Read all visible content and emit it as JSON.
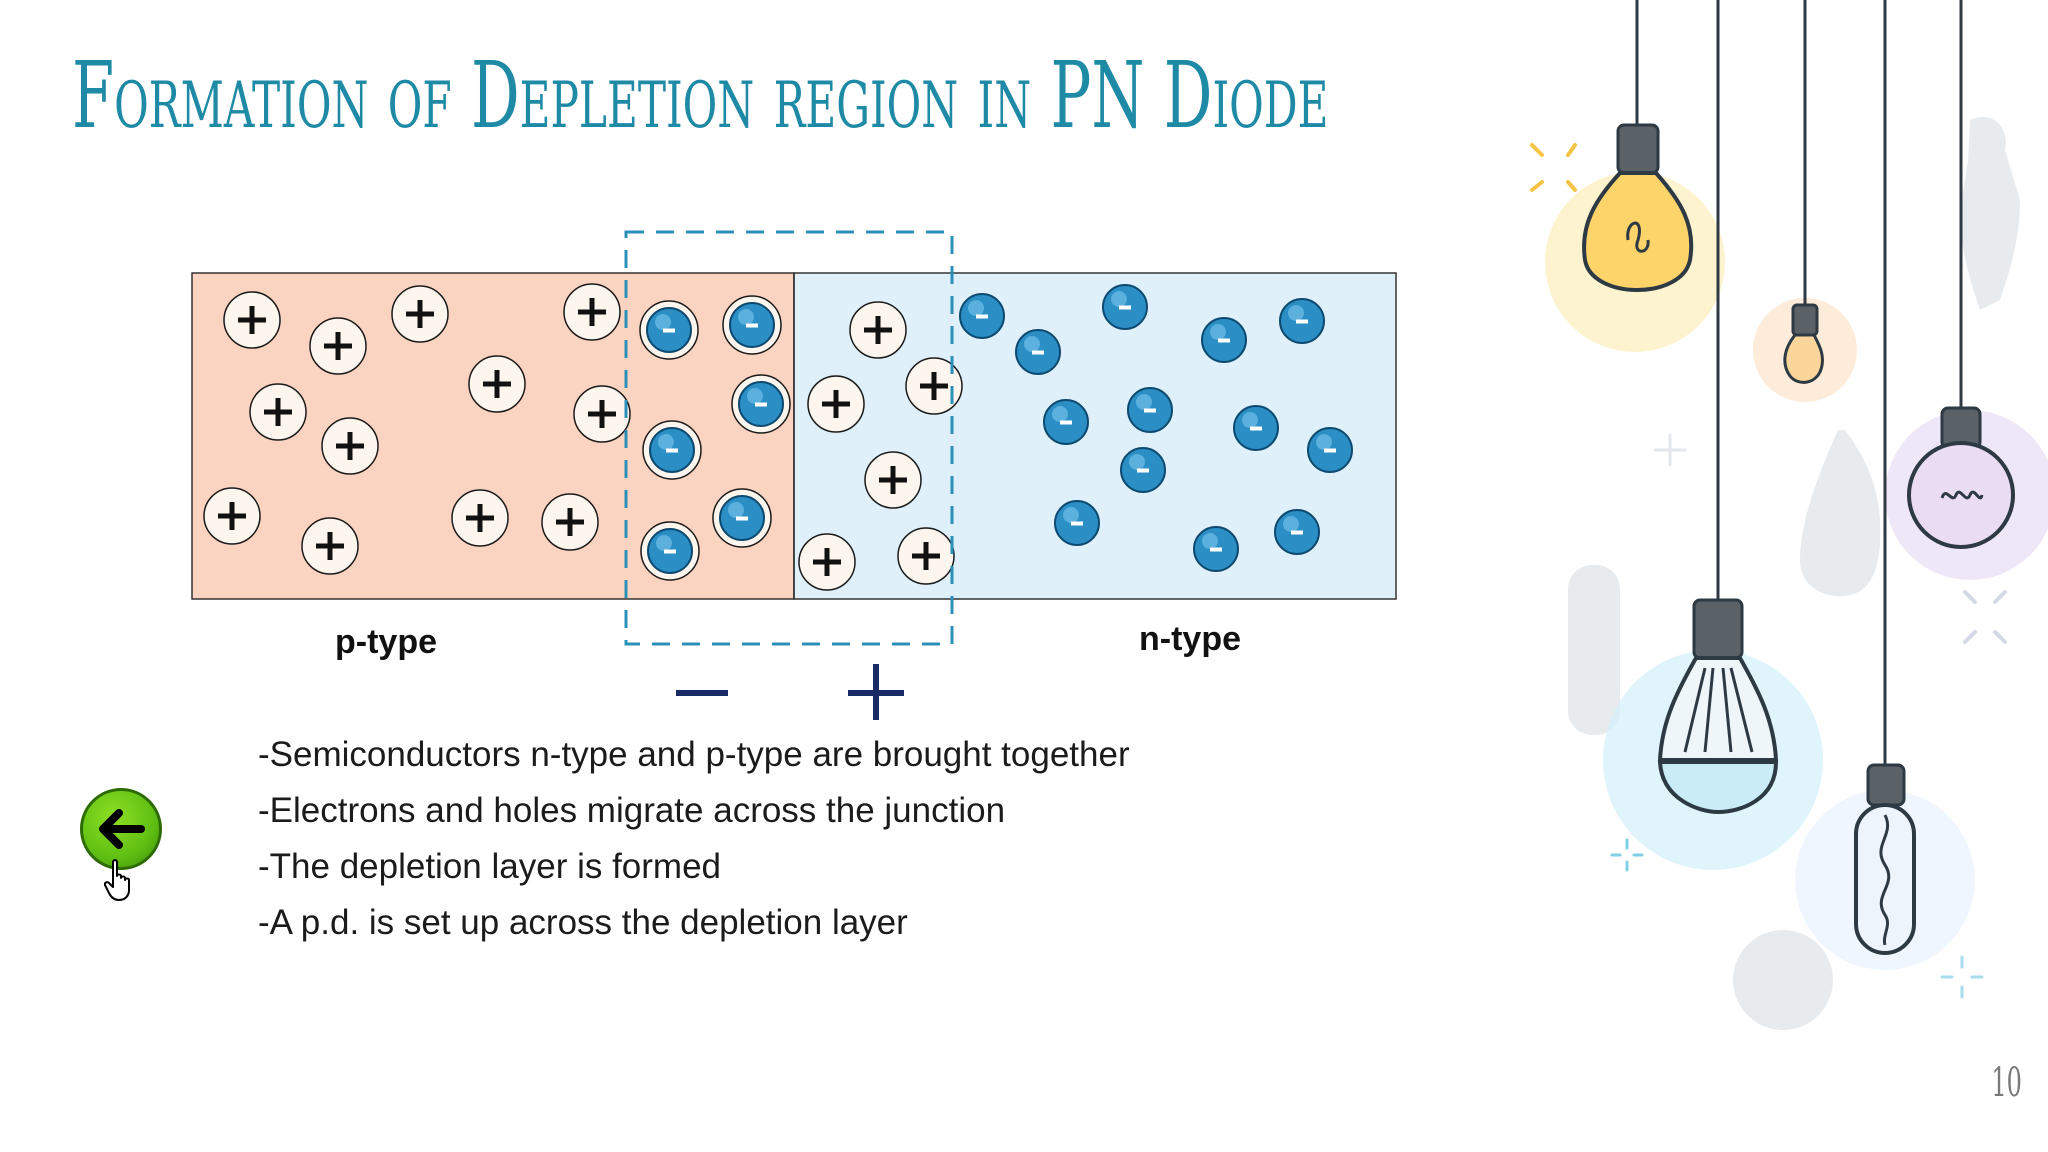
{
  "slide": {
    "title": "Formation of Depletion region in PN Diode",
    "page_number": "10"
  },
  "diagram": {
    "p_label": "p-type",
    "n_label": "n-type",
    "negative_sign": "−",
    "positive_sign": "+",
    "hole_symbol": "+",
    "electron_symbol": "−",
    "colors": {
      "p_region": "#fbd3c1",
      "n_region": "#dff0fb",
      "depletion_border": "#2b90b8",
      "electron": "#2b8fc6",
      "hole_fill": "#fdf6ef"
    }
  },
  "bullets": [
    "-Semiconductors n-type and p-type are brought together",
    "-Electrons and holes migrate across the junction",
    "-The depletion layer is formed",
    "-A p.d. is set up across the depletion layer"
  ],
  "controls": {
    "back_icon": "arrow-left-icon",
    "cursor_icon": "hand-pointer-icon"
  },
  "decor": {
    "bulb_icon": "light-bulb-icon",
    "colors": {
      "warm_glow": "#fde9a8",
      "blue_glow": "#d3f0fb",
      "purple_glow": "#e7ddf4",
      "orange_glow": "#fde0c2"
    }
  }
}
